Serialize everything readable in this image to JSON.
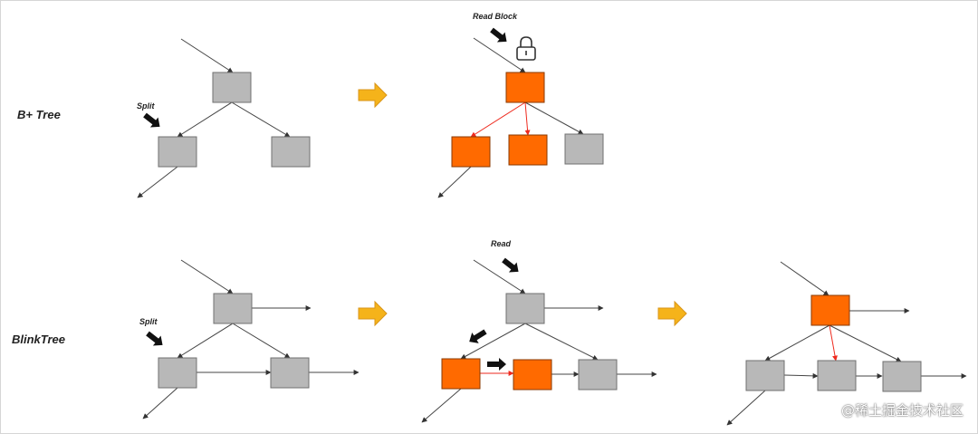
{
  "rows": {
    "bplus": {
      "label": "B+ Tree"
    },
    "blink": {
      "label": "BlinkTree"
    }
  },
  "annotations": {
    "split_1": "Split",
    "read_block": "Read Block",
    "split_2": "Split",
    "read": "Read"
  },
  "watermark": "@稀土掘金技术社区",
  "colors": {
    "node_gray": "#b8b8b8",
    "node_orange": "#ff6a00",
    "red_edge": "#ee2a1e",
    "step_arrow": "#f5b31a",
    "pointer_arrow": "#111111"
  },
  "icons": [
    "lock-icon",
    "step-arrow-icon",
    "pointer-arrow-icon"
  ]
}
